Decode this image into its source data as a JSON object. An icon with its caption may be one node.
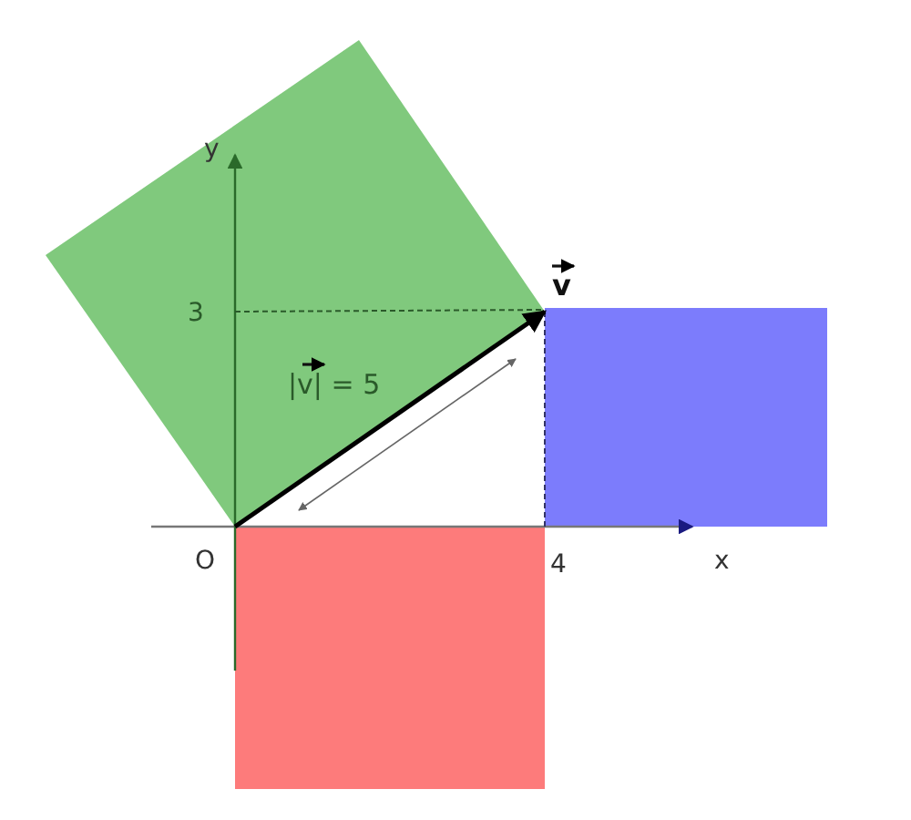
{
  "diagram": {
    "labels": [
      "y",
      "3",
      "v",
      "|v| = 5",
      "O",
      "4",
      "x"
    ]
  }
}
